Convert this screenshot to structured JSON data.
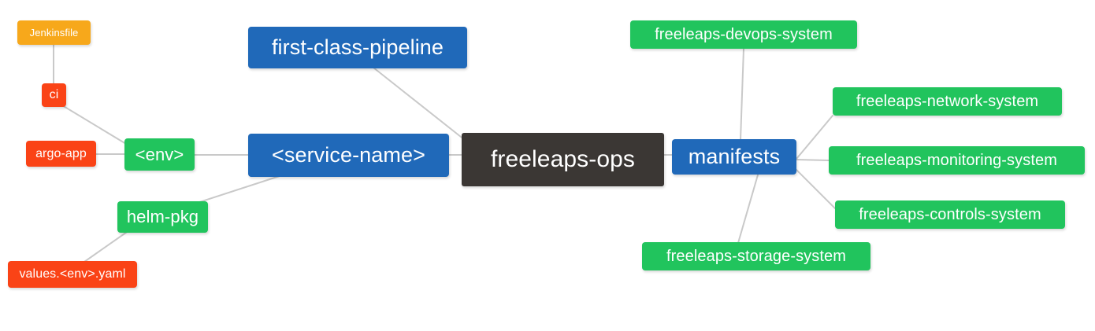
{
  "diagram": {
    "type": "mindmap",
    "title": "freeleaps-ops",
    "background": "#ffffff",
    "edge_color": "#c9c9c9",
    "palette": {
      "root": "#3b3734",
      "branch": "#2069b9",
      "leaf": "#21c45d",
      "detail": "#fa4316",
      "accent": "#f7a81b",
      "text": "#ffffff"
    }
  },
  "nodes": {
    "root": {
      "label": "freeleaps-ops",
      "kind": "root"
    },
    "service_name": {
      "label": "<service-name>",
      "kind": "branch"
    },
    "first_class_pipeline": {
      "label": "first-class-pipeline",
      "kind": "branch"
    },
    "manifests": {
      "label": "manifests",
      "kind": "branch"
    },
    "env": {
      "label": "<env>",
      "kind": "leaf"
    },
    "helm_pkg": {
      "label": "helm-pkg",
      "kind": "leaf"
    },
    "jenkinsfile": {
      "label": "Jenkinsfile",
      "kind": "accent"
    },
    "ci": {
      "label": "ci",
      "kind": "detail"
    },
    "argo_app": {
      "label": "argo-app",
      "kind": "detail"
    },
    "values_yaml": {
      "label": "values.<env>.yaml",
      "kind": "detail"
    },
    "devops_system": {
      "label": "freeleaps-devops-system",
      "kind": "leaf"
    },
    "network_system": {
      "label": "freeleaps-network-system",
      "kind": "leaf"
    },
    "monitoring_system": {
      "label": "freeleaps-monitoring-system",
      "kind": "leaf"
    },
    "controls_system": {
      "label": "freeleaps-controls-system",
      "kind": "leaf"
    },
    "storage_system": {
      "label": "freeleaps-storage-system",
      "kind": "leaf"
    }
  },
  "edges": [
    {
      "from": "root",
      "to": "service_name"
    },
    {
      "from": "root",
      "to": "first_class_pipeline"
    },
    {
      "from": "root",
      "to": "manifests"
    },
    {
      "from": "service_name",
      "to": "env"
    },
    {
      "from": "service_name",
      "to": "helm_pkg"
    },
    {
      "from": "env",
      "to": "ci"
    },
    {
      "from": "env",
      "to": "argo_app"
    },
    {
      "from": "ci",
      "to": "jenkinsfile"
    },
    {
      "from": "helm_pkg",
      "to": "values_yaml"
    },
    {
      "from": "manifests",
      "to": "devops_system"
    },
    {
      "from": "manifests",
      "to": "network_system"
    },
    {
      "from": "manifests",
      "to": "monitoring_system"
    },
    {
      "from": "manifests",
      "to": "controls_system"
    },
    {
      "from": "manifests",
      "to": "storage_system"
    }
  ]
}
